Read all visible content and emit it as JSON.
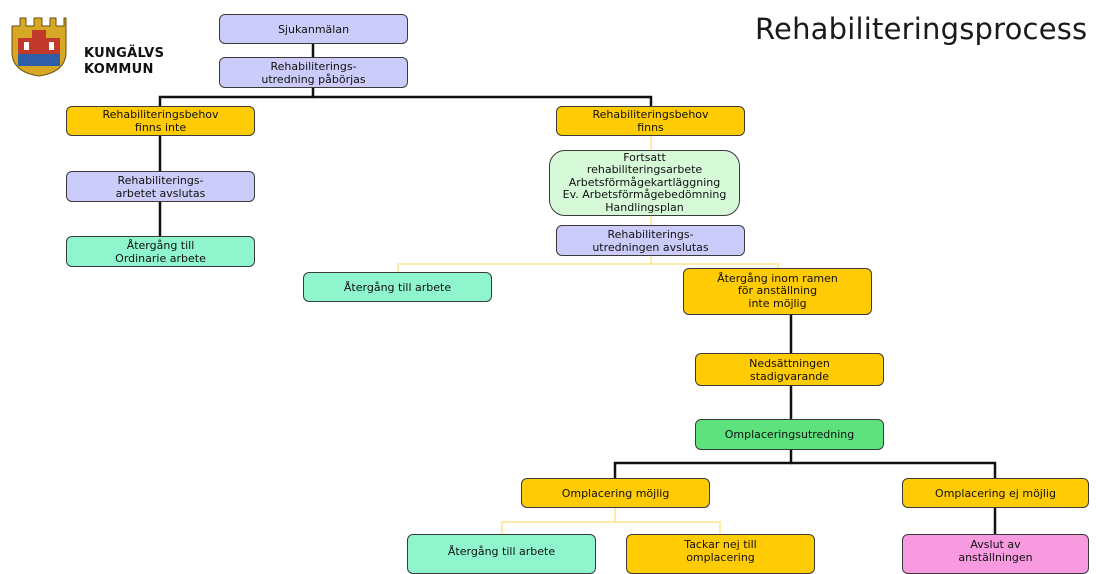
{
  "header": {
    "title": "Rehabiliteringsprocess",
    "logo_line1": "KUNGÄLVS",
    "logo_line2": "KOMMUN"
  },
  "colors": {
    "purple": "#ccccfa",
    "yellow": "#ffcb05",
    "mint": "#8ef5cd",
    "green": "#5ee27d",
    "pale_green": "#d6f9d8",
    "pink": "#f79ae0",
    "line_black": "#111111",
    "line_yellow": "#ffe48a"
  },
  "nodes": {
    "sjukanmalan": "Sjukanmälan",
    "utredning_start": [
      "Rehabiliterings-",
      "utredning påbörjas"
    ],
    "behov_finns_inte": [
      "Rehabiliteringsbehov",
      "finns inte"
    ],
    "behov_finns": [
      "Rehabiliteringsbehov",
      "finns"
    ],
    "arbetet_avslutas": [
      "Rehabiliterings-",
      "arbetet avslutas"
    ],
    "atergang_ordinarie": [
      "Återgång till",
      "Ordinarie arbete"
    ],
    "fortsatt": [
      "Fortsatt",
      "rehabiliteringsarbete",
      "Arbetsförmågekartläggning",
      "Ev. Arbetsförmågebedömning",
      "Handlingsplan"
    ],
    "utredningen_avslutas": [
      "Rehabiliterings-",
      "utredningen avslutas"
    ],
    "atergang_arbete_1": "Återgång till arbete",
    "inte_mojlig": [
      "Återgång inom ramen",
      "för anställning",
      "inte möjlig"
    ],
    "nedsattning": [
      "Nedsättningen",
      "stadigvarande"
    ],
    "omplaceringsutredning": "Omplaceringsutredning",
    "omplacering_mojlig": "Omplacering möjlig",
    "omplacering_ej_mojlig": "Omplacering ej möjlig",
    "atergang_arbete_2": "Återgång till arbete",
    "tackar_nej": [
      "Tackar nej till",
      "omplacering"
    ],
    "avslut": [
      "Avslut av",
      "anställningen"
    ]
  }
}
